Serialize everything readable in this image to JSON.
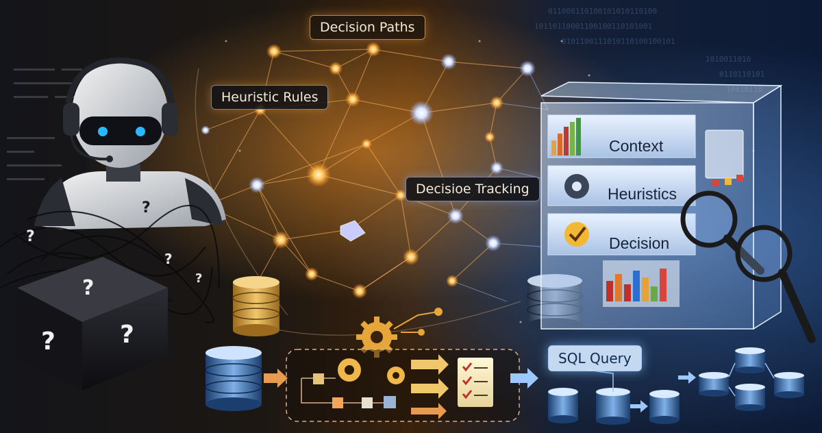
{
  "labels": {
    "decision_paths": "Decision Paths",
    "heuristic_rules": "Heuristic Rules",
    "decision_tracking": "Decisioe Tracking",
    "sql_query": "SQL Query"
  },
  "panel": {
    "context": "Context",
    "heuristics": "Heuristics",
    "decision": "Decision"
  },
  "colors": {
    "network_warm": "#f0a23a",
    "network_cool": "#7fb4ff",
    "robot_eyes": "#29b8ff",
    "question_mark": "#f1f1f1",
    "db_gold": "#d9a64a",
    "db_slate": "#3a4a62"
  },
  "icons": [
    "robot-agent",
    "black-box",
    "question-mark",
    "database",
    "gear",
    "checklist",
    "magnifying-glass",
    "bar-chart",
    "checkmark-badge"
  ]
}
